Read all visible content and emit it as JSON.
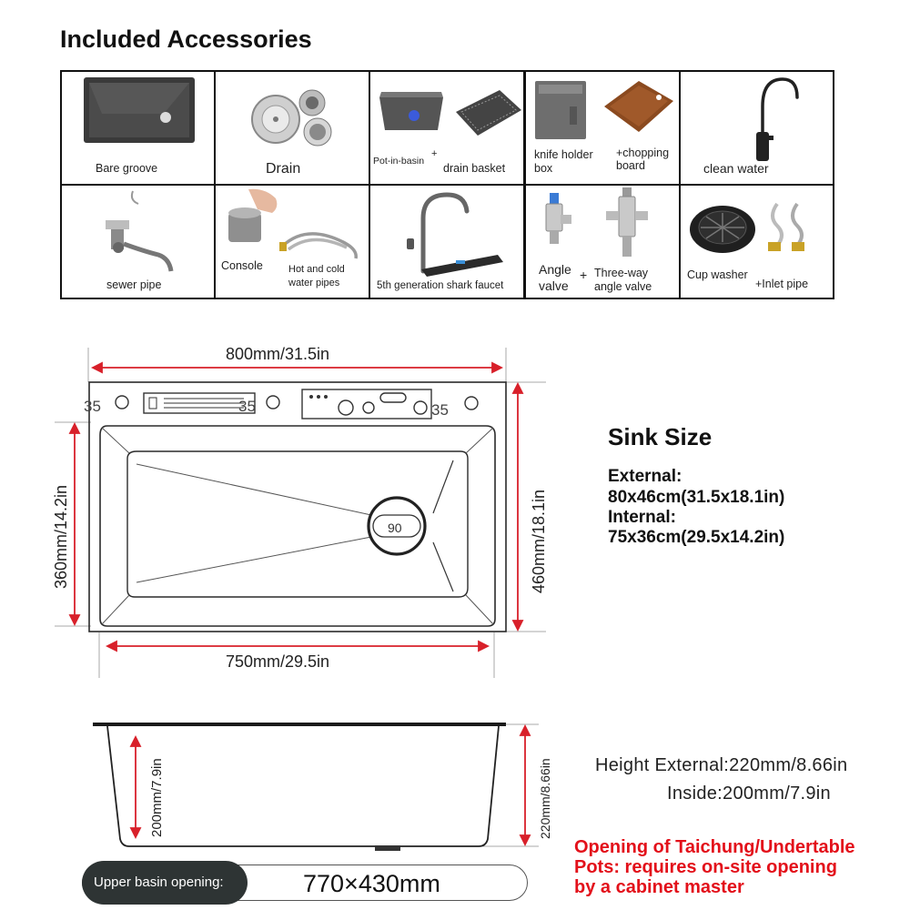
{
  "header": {
    "title": "Included Accessories"
  },
  "accessories": {
    "bare_groove": "Bare groove",
    "drain": "Drain",
    "pot_in_basin": "Pot-in-basin",
    "plus": "+",
    "drain_basket": "drain basket",
    "knife_holder_1": "knife holder",
    "knife_holder_2": "box",
    "chopping_1": "+chopping",
    "chopping_2": "board",
    "clean_water": "clean water",
    "sewer_pipe": "sewer pipe",
    "console": "Console",
    "hot_cold_1": "Hot and cold",
    "hot_cold_2": "water pipes",
    "shark_faucet": "5th generation shark faucet",
    "angle_1": "Angle",
    "angle_2": "valve",
    "three_way_1": "Three-way",
    "three_way_2": "angle valve",
    "cup_washer": "Cup washer",
    "inlet_pipe": "+Inlet pipe"
  },
  "top_view": {
    "width_external": "800mm/31.5in",
    "width_internal": "750mm/29.5in",
    "height_internal": "360mm/14.2in",
    "height_external": "460mm/18.1in",
    "spacing_label": "35",
    "drain_label": "90"
  },
  "sink_size": {
    "title": "Sink Size",
    "external_label": "External:",
    "external_value": "80x46cm(31.5x18.1in)",
    "internal_label": "Internal:",
    "internal_value": "75x36cm(29.5x14.2in)"
  },
  "side_view": {
    "inside_depth": "200mm/7.9in",
    "external_depth": "220mm/8.66in"
  },
  "height_info": {
    "line1": "Height External:220mm/8.66in",
    "line2": "Inside:200mm/7.9in"
  },
  "note": {
    "line1": "Opening of Taichung/Undertable",
    "line2": "Pots: requires on-site opening",
    "line3": "by a cabinet master"
  },
  "opening": {
    "label": "Upper basin opening:",
    "value": "770×430mm"
  },
  "colors": {
    "dimension_red": "#d8202a",
    "note_red": "#e3101a",
    "pill": "#2e3434"
  }
}
